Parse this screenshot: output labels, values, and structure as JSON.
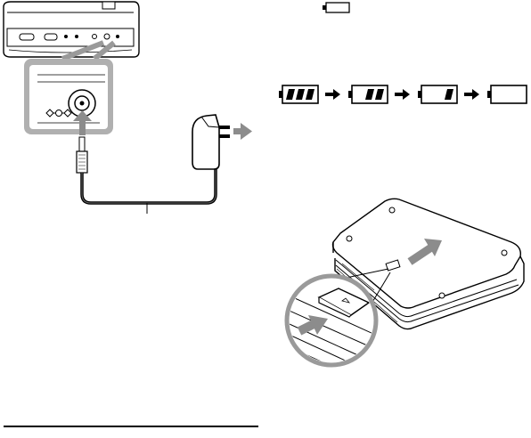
{
  "diagram": {
    "adapter_connection": {
      "components": [
        "player-side-panel",
        "dc-in-jack-zoom",
        "dc-plug",
        "cable",
        "ac-adapter",
        "wall-outlet-arrow"
      ]
    },
    "battery_indicator": {
      "low_battery_icon": "battery-empty-icon",
      "sequence": [
        {
          "name": "battery-full-icon",
          "level": 3
        },
        {
          "name": "battery-two-thirds-icon",
          "level": 2
        },
        {
          "name": "battery-one-third-icon",
          "level": 1
        },
        {
          "name": "battery-empty-icon",
          "level": 0
        }
      ]
    },
    "battery_attach": {
      "components": [
        "player-bottom-view",
        "slide-arrow",
        "release-lever-zoom",
        "push-arrow"
      ]
    }
  },
  "colors": {
    "line": "#000000",
    "gray_panel": "#9a9a9a",
    "arrow_gray": "#8c8c8c",
    "light_fill": "#ffffff"
  }
}
